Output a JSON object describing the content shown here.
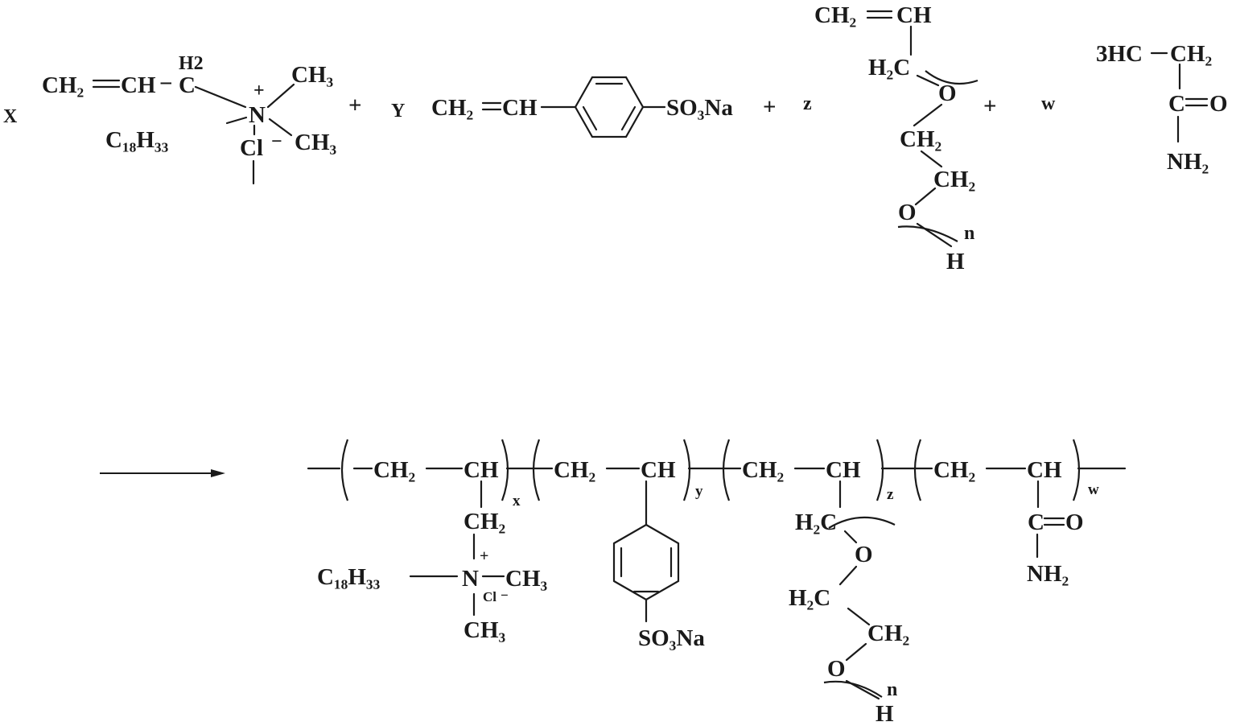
{
  "coefficients": {
    "x": "X",
    "y": "Y",
    "z": "z",
    "w": "w"
  },
  "operators": {
    "plus": "+",
    "minus": "−",
    "plus_charge": "+",
    "dash": "−"
  },
  "formulas": {
    "CH2": "CH₂",
    "CH": "CH",
    "CH3": "CH₃",
    "C": "C",
    "N": "N",
    "O": "O",
    "H": "H",
    "Cl": "Cl",
    "H2": "H2",
    "H2C": "H₂C",
    "C18H33": "C₁₈H₃₃",
    "SO3Na": "SO₃Na",
    "NH2": "NH₂",
    "3HC": "3HC",
    "n": "n"
  },
  "repeat_labels": {
    "x": "x",
    "y": "y",
    "z": "z",
    "w": "w"
  }
}
